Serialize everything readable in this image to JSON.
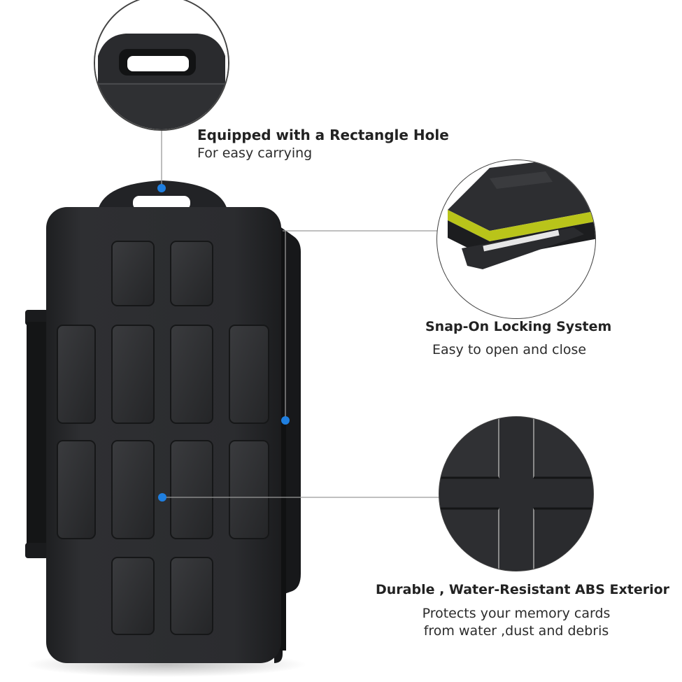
{
  "callouts": [
    {
      "title": "Equipped with a Rectangle Hole",
      "subtitle": "For easy carrying"
    },
    {
      "title": "Snap-On Locking System",
      "subtitle": "Easy to open and close"
    },
    {
      "title": "Durable , Water-Resistant ABS Exterior",
      "subtitle_lines": [
        "Protects your memory cards",
        "from water ,dust and debris"
      ]
    }
  ],
  "colors": {
    "case_body": "#2a2b2d",
    "case_edge": "#1c1d1f",
    "callout_dot": "#1f7fe0",
    "callout_line": "#9a9a9a",
    "seal_accent": "#b9c41a",
    "text": "#222222"
  }
}
